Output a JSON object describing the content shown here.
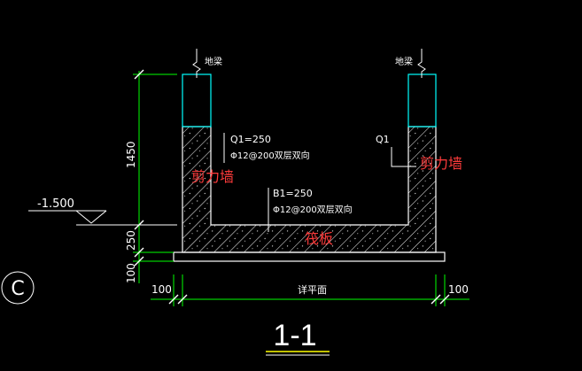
{
  "labels": {
    "top_left": "地梁",
    "top_right": "地梁",
    "q1_left_spec": "Q1=250",
    "q1_left_rebar": "Φ12@200双层双向",
    "q1_right": "Q1",
    "b1_spec": "B1=250",
    "b1_rebar": "Φ12@200双层双向",
    "shear_wall_left": "剪力墙",
    "shear_wall_right": "剪力墙",
    "raft": "筏板",
    "elevation": "-1.500",
    "dim_1450": "1450",
    "dim_250": "250",
    "dim_100_v": "100",
    "dim_100_left": "100",
    "dim_100_right": "100",
    "dim_center": "详平面",
    "axis": "C",
    "section": "1-1"
  },
  "colors": {
    "background": "#000000",
    "white": "#ffffff",
    "cyan": "#00ffff",
    "green": "#00ff00",
    "red": "#ff3b3b",
    "yellow": "#ffff00"
  }
}
